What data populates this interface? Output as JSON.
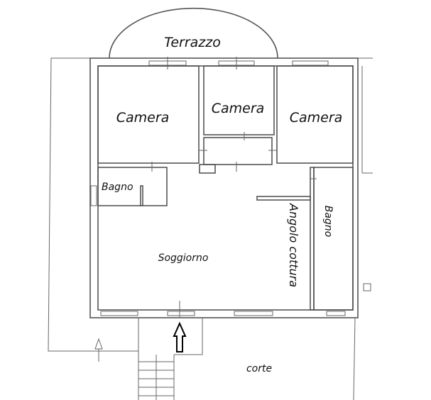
{
  "plan": {
    "rooms": {
      "terrace": "Terrazzo",
      "bedroom_left": "Camera",
      "bedroom_middle": "Camera",
      "bedroom_right": "Camera",
      "bathroom_left": "Bagno",
      "living_room": "Soggiorno",
      "kitchen_corner": "Angolo cottura",
      "bathroom_right": "Bagno",
      "courtyard": "corte"
    },
    "icons": [
      "entrance-arrow-icon",
      "north-arrow-icon",
      "staircase"
    ],
    "colors": {
      "wall": "#555555",
      "text": "#111111",
      "background": "#ffffff"
    }
  }
}
